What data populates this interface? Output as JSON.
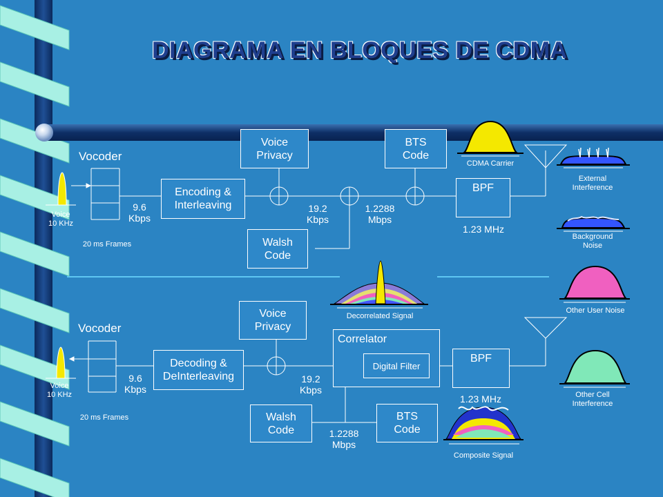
{
  "title": "DIAGRAMA EN BLOQUES DE CDMA",
  "tx": {
    "vocoder": "Vocoder",
    "voice": "Voice",
    "voice_freq": "10 KHz",
    "frames": "20 ms Frames",
    "rate1": "9.6",
    "rate1_unit": "Kbps",
    "encoding": [
      "Encoding &",
      "Interleaving"
    ],
    "voice_privacy": [
      "Voice",
      "Privacy"
    ],
    "walsh": [
      "Walsh",
      "Code"
    ],
    "bts": [
      "BTS",
      "Code"
    ],
    "rate2": "19.2",
    "rate2_unit": "Kbps",
    "rate3": "1.2288",
    "rate3_unit": "Mbps",
    "bpf": "BPF",
    "bpf_freq": "1.23 MHz",
    "cdma_carrier": "CDMA Carrier",
    "external_interference": [
      "External",
      "Interference"
    ],
    "background_noise": [
      "Background",
      "Noise"
    ]
  },
  "rx": {
    "vocoder": "Vocoder",
    "voice": "Voice",
    "voice_freq": "10 KHz",
    "frames": "20 ms Frames",
    "rate1": "9.6",
    "rate1_unit": "Kbps",
    "decoding": [
      "Decoding &",
      "DeInterleaving"
    ],
    "voice_privacy": [
      "Voice",
      "Privacy"
    ],
    "correlator": "Correlator",
    "digital_filter": "Digital Filter",
    "walsh": [
      "Walsh",
      "Code"
    ],
    "bts": [
      "BTS",
      "Code"
    ],
    "rate2": "19.2",
    "rate2_unit": "Kbps",
    "rate3": "1.2288",
    "rate3_unit": "Mbps",
    "bpf": "BPF",
    "bpf_freq": "1.23 MHz",
    "decorrelated_signal": "Decorrelated Signal",
    "composite_signal": "Composite Signal",
    "other_user_noise": "Other User Noise",
    "other_cell_interference": [
      "Other Cell",
      "Interference"
    ]
  },
  "colors": {
    "background": "#2b84c3",
    "ribbon": "#a8f0e4",
    "bar": "#123a7a",
    "carrier": "#f4e800",
    "other_user": "#f060c0",
    "other_cell": "#80e8b8"
  }
}
